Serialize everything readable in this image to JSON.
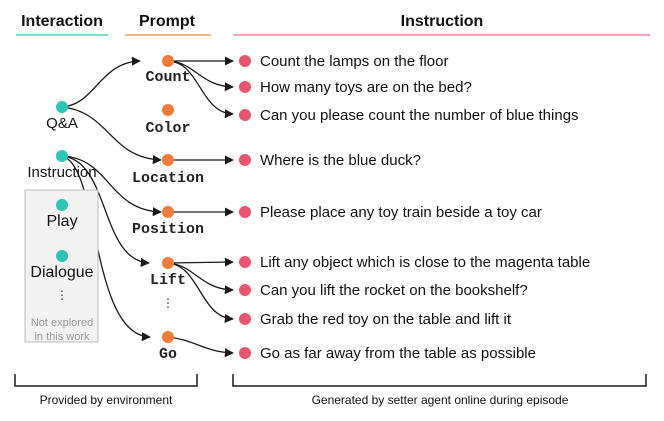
{
  "headers": {
    "interaction": "Interaction",
    "prompt": "Prompt",
    "instruction": "Instruction"
  },
  "colors": {
    "interaction_line": "#7ed9d2",
    "prompt_line": "#f7b48a",
    "instruction_line": "#f2a0b2",
    "teal_node": "#2ec4b6",
    "orange_node": "#f07c3c",
    "pink_node": "#e8556f",
    "edge": "#1a1a1a",
    "box_fill": "#f2f2f2",
    "box_border": "#bbbbbb",
    "note_text": "#999999"
  },
  "interactions": {
    "qa": "Q&A",
    "instruction": "Instruction",
    "play": "Play",
    "dialogue": "Dialogue",
    "ellipsis": "⋮",
    "not_explored_line1": "Not explored",
    "not_explored_line2": "in this work"
  },
  "prompts": {
    "count": "Count",
    "color": "Color",
    "location": "Location",
    "position": "Position",
    "lift": "Lift",
    "ellipsis": "⋮",
    "go": "Go"
  },
  "instructions": [
    "Count the lamps on the floor",
    "How many toys are on the bed?",
    "Can you please count the number of blue things",
    "Where is the blue duck?",
    "Please place any toy train beside a toy car",
    "Lift any object which is close to the magenta table",
    "Can you lift the rocket on the bookshelf?",
    "Grab the red toy on the table and lift it",
    "Go as far away from the table as possible"
  ],
  "footers": {
    "left": "Provided by environment",
    "right": "Generated by setter agent online during episode"
  }
}
